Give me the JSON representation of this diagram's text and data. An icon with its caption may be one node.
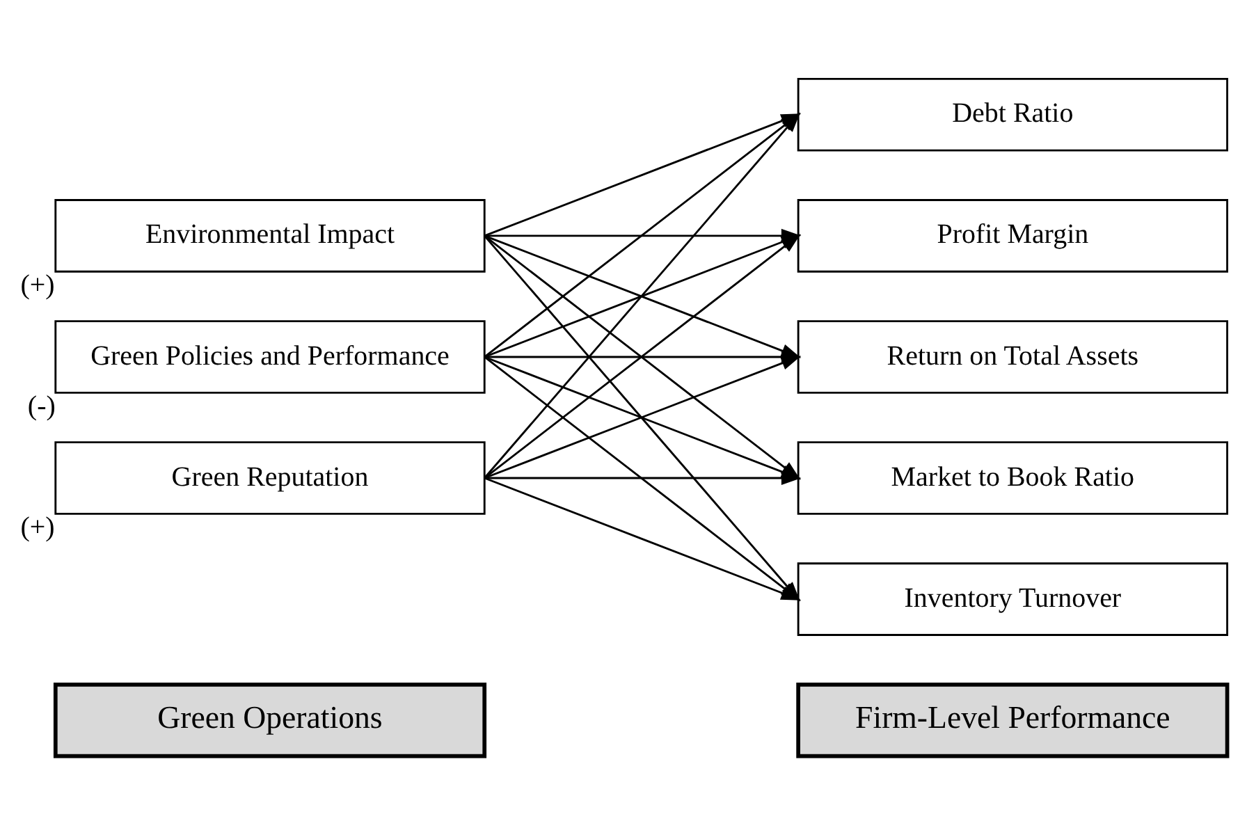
{
  "diagram": {
    "nodes": [
      {
        "text": [
          "Green Operations"
        ]
      },
      {
        "text": [
          "Firm-Level Performance"
        ]
      },
      {
        "text": [
          "Environmental Impact"
        ],
        "beside": [
          "(+)"
        ]
      },
      {
        "text": [
          "Green Policies and Performance"
        ],
        "beside": [
          "(-)"
        ]
      },
      {
        "text": [
          "Green Reputation"
        ],
        "beside": [
          "(+)"
        ]
      },
      {
        "text": [
          "Debt Ratio"
        ]
      },
      {
        "text": [
          "Profit Margin"
        ]
      },
      {
        "text": [
          "Return on Total Assets"
        ]
      },
      {
        "text": [
          "Market to Book Ratio"
        ]
      },
      {
        "text": [
          "Inventory Turnover"
        ]
      }
    ],
    "edges": [
      {
        "from": 2,
        "to": 5,
        "arrow": "to"
      },
      {
        "from": 2,
        "to": 6,
        "arrow": "to"
      },
      {
        "from": 2,
        "to": 7,
        "arrow": "to"
      },
      {
        "from": 2,
        "to": 8,
        "arrow": "to"
      },
      {
        "from": 2,
        "to": 9,
        "arrow": "to"
      },
      {
        "from": 3,
        "to": 5,
        "arrow": "to"
      },
      {
        "from": 3,
        "to": 6,
        "arrow": "to"
      },
      {
        "from": 3,
        "to": 7,
        "arrow": "to"
      },
      {
        "from": 3,
        "to": 8,
        "arrow": "to"
      },
      {
        "from": 3,
        "to": 9,
        "arrow": "to"
      },
      {
        "from": 4,
        "to": 5,
        "arrow": "to"
      },
      {
        "from": 4,
        "to": 6,
        "arrow": "to"
      },
      {
        "from": 4,
        "to": 7,
        "arrow": "to"
      },
      {
        "from": 4,
        "to": 8,
        "arrow": "to"
      },
      {
        "from": 4,
        "to": 9,
        "arrow": "to"
      }
    ]
  }
}
